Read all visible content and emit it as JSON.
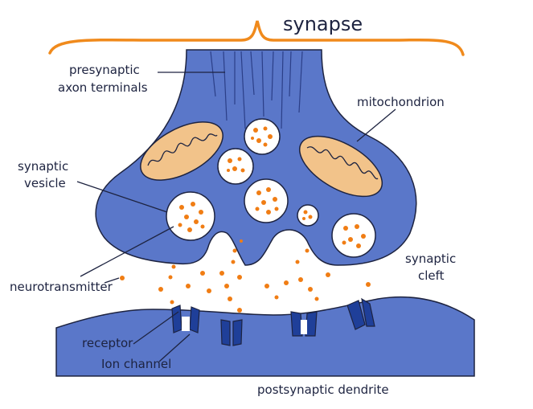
{
  "title": "synapse",
  "labels": {
    "presynaptic_line1": "presynaptic",
    "presynaptic_line2": "axon terminals",
    "mitochondrion": "mitochondrion",
    "synaptic_vesicle_line1": "synaptic",
    "synaptic_vesicle_line2": "vesicle",
    "neurotransmitter": "neurotransmitter",
    "synaptic_cleft_line1": "synaptic",
    "synaptic_cleft_line2": "cleft",
    "receptor": "receptor",
    "ion_channel": "Ion channel",
    "postsynaptic_dendrite": "postsynaptic dendrite"
  },
  "colors": {
    "neuron_blue": "#5a77c9",
    "neuron_dark": "#3e57a8",
    "outline": "#1d2340",
    "bracket_orange": "#f08a1c",
    "mitochondrion_fill": "#f2c38a",
    "dot_orange": "#f07d14",
    "channel_dark": "#1f3f99",
    "cleft_bg": "#ffffff"
  }
}
